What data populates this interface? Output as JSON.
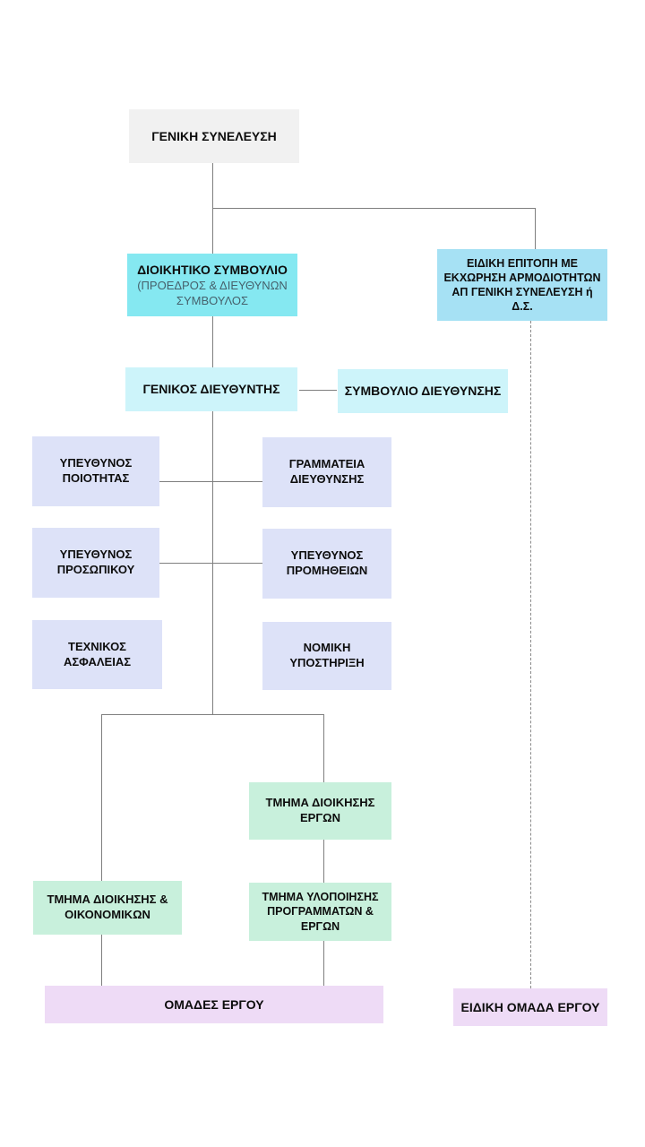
{
  "diagram": {
    "type": "organization-chart",
    "language": "Greek",
    "nodes": {
      "general_assembly": {
        "label": "ΓΕΝΙΚΗ ΣΥΝΕΛΕΥΣΗ"
      },
      "board": {
        "label": "ΔΙΟΙΚΗΤΙΚΟ ΣΥΜΒΟΥΛΙΟ",
        "subtitle": "(ΠΡΟΕΔΡΟΣ & ΔΙΕΥΘΥΝΩΝ ΣΥΜΒΟΥΛΟΣ"
      },
      "special_committee": {
        "label": "ΕΙΔΙΚΗ ΕΠΙΤΟΠΗ ΜΕ ΕΚΧΩΡΗΣΗ ΑΡΜΟΔΙΟΤΗΤΩΝ ΑΠ ΓΕΝΙΚΗ ΣΥΝΕΛΕΥΣΗ ή Δ.Σ."
      },
      "general_manager": {
        "label": "ΓΕΝΙΚΟΣ ΔΙΕΥΘΥΝΤΗΣ"
      },
      "management_council": {
        "label": "ΣΥΜΒΟΥΛΙΟ ΔΙΕΥΘΥΝΣΗΣ"
      },
      "quality_manager": {
        "label": "ΥΠΕΥΘΥΝΟΣ ΠΟΙΟΤΗΤΑΣ"
      },
      "management_secretariat": {
        "label": "ΓΡΑΜΜΑΤΕΙΑ ΔΙΕΥΘΥΝΣΗΣ"
      },
      "personnel_manager": {
        "label": "ΥΠΕΥΘΥΝΟΣ ΠΡΟΣΩΠΙΚΟΥ"
      },
      "procurement_manager": {
        "label": "ΥΠΕΥΘΥΝΟΣ ΠΡΟΜΗΘΕΙΩΝ"
      },
      "safety_technician": {
        "label": "ΤΕΧΝΙΚΟΣ ΑΣΦΑΛΕΙΑΣ"
      },
      "legal_support": {
        "label": "ΝΟΜΙΚΗ ΥΠΟΣΤΗΡΙΞΗ"
      },
      "project_management_dept": {
        "label": "ΤΜΗΜΑ ΔΙΟΙΚΗΣΗΣ ΕΡΓΩΝ"
      },
      "admin_finance_dept": {
        "label": "ΤΜΗΜΑ ΔΙΟΙΚΗΣΗΣ & ΟΙΚΟΝΟΜΙΚΩΝ"
      },
      "programs_projects_dept": {
        "label": "ΤΜΗΜΑ ΥΛΟΠΟΙΗΣΗΣ ΠΡΟΓΡΑΜΜΑΤΩΝ & ΕΡΓΩΝ"
      },
      "project_teams": {
        "label": "ΟΜΑΔΕΣ ΕΡΓΟΥ"
      },
      "special_project_team": {
        "label": "ΕΙΔΙΚΗ ΟΜΑΔΑ ΕΡΓΟΥ"
      }
    },
    "colors": {
      "general_assembly_bg": "#f1f1f1",
      "board_bg": "#85e8f1",
      "special_committee_bg": "#a6e1f4",
      "director_level_bg": "#cdf4fa",
      "staff_level_bg": "#dde2f8",
      "department_bg": "#c8f0dc",
      "team_bg": "#eedbf6",
      "connector_line": "#7f7f7f",
      "board_subtitle_text": "#46616c",
      "text": "#0d0d0d"
    },
    "connector_styles": {
      "solid": "direct reporting line",
      "dashed": "delegated / special authority line"
    }
  }
}
